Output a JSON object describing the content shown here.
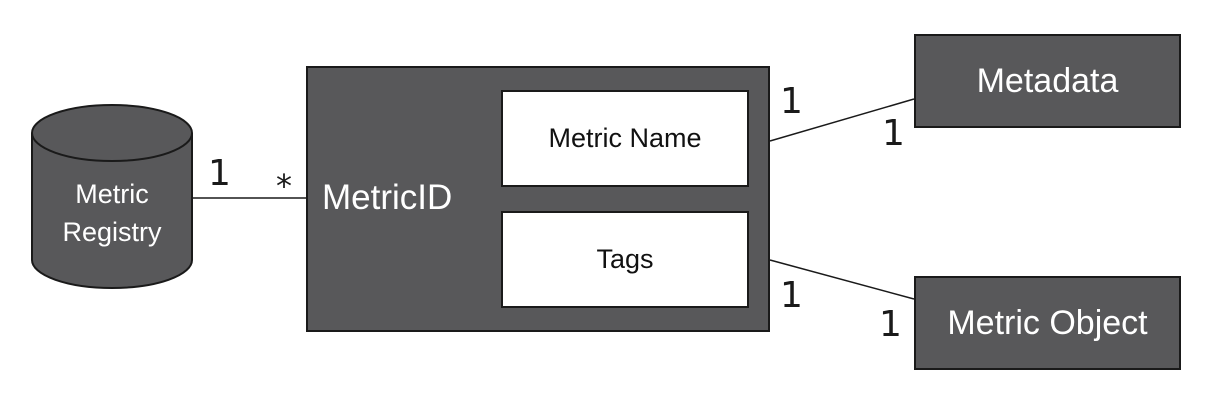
{
  "colors": {
    "node_fill": "#58585a",
    "node_stroke": "#1a1a1a",
    "inner_fill": "#ffffff",
    "line": "#1a1a1a",
    "text_light": "#ffffff",
    "text_dark": "#111111"
  },
  "nodes": {
    "registry": {
      "line1": "Metric",
      "line2": "Registry",
      "shape": "cylinder"
    },
    "metric_id": {
      "label": "MetricID"
    },
    "metric_name": {
      "label": "Metric Name"
    },
    "tags": {
      "label": "Tags"
    },
    "metadata": {
      "label": "Metadata"
    },
    "metric_object": {
      "label": "Metric Object"
    }
  },
  "edges": {
    "registry_to_id": {
      "from_multiplicity": "1",
      "to_multiplicity": "*"
    },
    "name_to_metadata": {
      "from_multiplicity": "1",
      "to_multiplicity": "1"
    },
    "tags_to_object": {
      "from_multiplicity": "1",
      "to_multiplicity": "1"
    }
  }
}
